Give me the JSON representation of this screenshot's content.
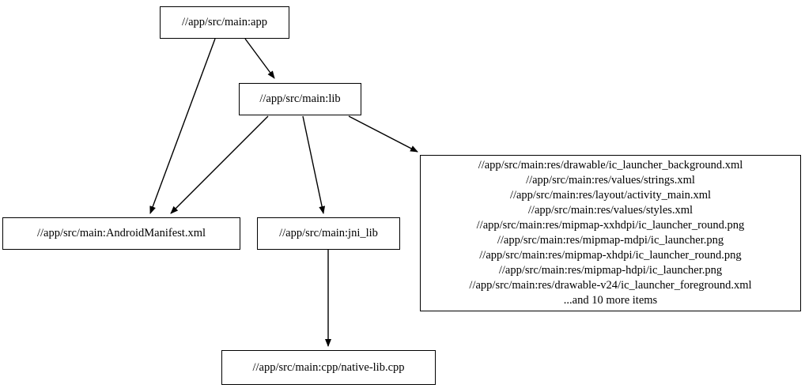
{
  "graph": {
    "type": "directed-dependency-graph",
    "background_color": "#ffffff",
    "edge_color": "#000000",
    "node_border_color": "#000000",
    "node_fill_color": "#ffffff",
    "nodes": [
      {
        "id": "app",
        "label": "//app/src/main:app"
      },
      {
        "id": "lib",
        "label": "//app/src/main:lib"
      },
      {
        "id": "manifest",
        "label": "//app/src/main:AndroidManifest.xml"
      },
      {
        "id": "jni",
        "label": "//app/src/main:jni_lib"
      },
      {
        "id": "cpp",
        "label": "//app/src/main:cpp/native-lib.cpp"
      },
      {
        "id": "res",
        "label": "//app/src/main:res/drawable/ic_launcher_background.xml\n//app/src/main:res/values/strings.xml\n//app/src/main:res/layout/activity_main.xml\n//app/src/main:res/values/styles.xml\n//app/src/main:res/mipmap-xxhdpi/ic_launcher_round.png\n//app/src/main:res/mipmap-mdpi/ic_launcher.png\n//app/src/main:res/mipmap-xhdpi/ic_launcher_round.png\n//app/src/main:res/mipmap-hdpi/ic_launcher.png\n//app/src/main:res/drawable-v24/ic_launcher_foreground.xml\n...and 10 more items",
        "lines": [
          "//app/src/main:res/drawable/ic_launcher_background.xml",
          "//app/src/main:res/values/strings.xml",
          "//app/src/main:res/layout/activity_main.xml",
          "//app/src/main:res/values/styles.xml",
          "//app/src/main:res/mipmap-xxhdpi/ic_launcher_round.png",
          "//app/src/main:res/mipmap-mdpi/ic_launcher.png",
          "//app/src/main:res/mipmap-xhdpi/ic_launcher_round.png",
          "//app/src/main:res/mipmap-hdpi/ic_launcher.png",
          "//app/src/main:res/drawable-v24/ic_launcher_foreground.xml",
          "...and 10 more items"
        ]
      }
    ],
    "edges": [
      {
        "from": "app",
        "to": "manifest"
      },
      {
        "from": "app",
        "to": "lib"
      },
      {
        "from": "lib",
        "to": "manifest"
      },
      {
        "from": "lib",
        "to": "jni"
      },
      {
        "from": "lib",
        "to": "res"
      },
      {
        "from": "jni",
        "to": "cpp"
      }
    ]
  }
}
